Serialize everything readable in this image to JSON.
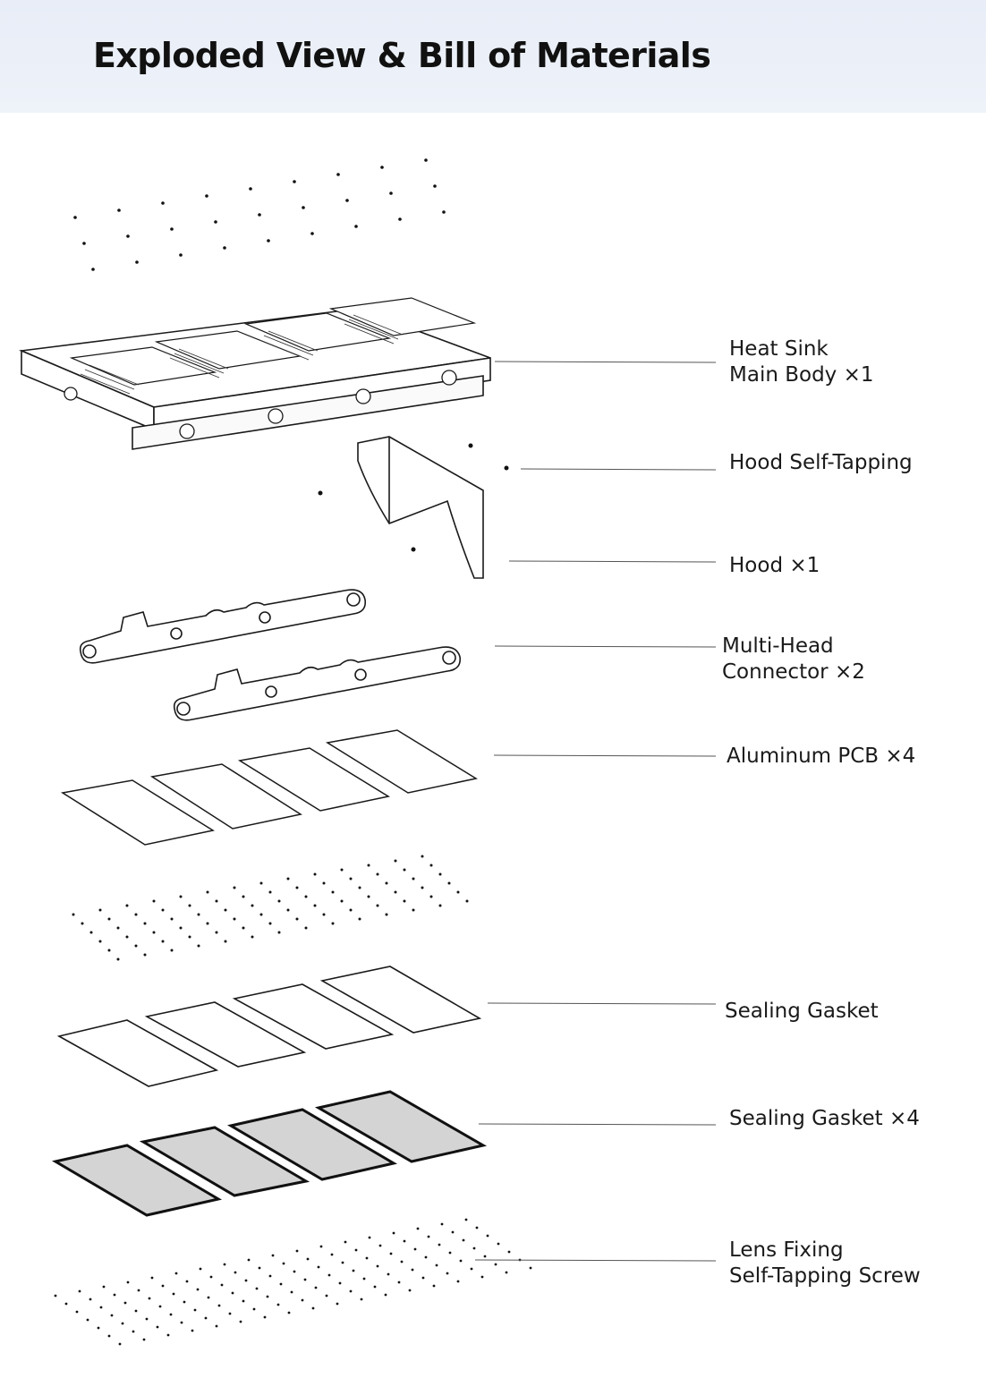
{
  "header": {
    "title": "Exploded View & Bill of Materials"
  },
  "callouts": [
    {
      "id": "heat-sink",
      "lines": [
        "Heat Sink",
        "Main Body ×1"
      ]
    },
    {
      "id": "hood-screw",
      "lines": [
        "Hood Self-Tapping"
      ]
    },
    {
      "id": "hood",
      "lines": [
        "Hood ×1"
      ]
    },
    {
      "id": "connector",
      "lines": [
        "Multi-Head",
        "Connector ×2"
      ]
    },
    {
      "id": "pcb",
      "lines": [
        "Aluminum PCB ×4"
      ]
    },
    {
      "id": "sealing-gasket",
      "lines": [
        "Sealing Gasket"
      ]
    },
    {
      "id": "sealing-gasket-4",
      "lines": [
        "Sealing Gasket ×4"
      ]
    },
    {
      "id": "lens-screw",
      "lines": [
        "Lens Fixing",
        "Self-Tapping Screw"
      ]
    }
  ],
  "colors": {
    "header_bg": "#e8edf7",
    "ink": "#1a1a1a",
    "leader": "#555555"
  }
}
